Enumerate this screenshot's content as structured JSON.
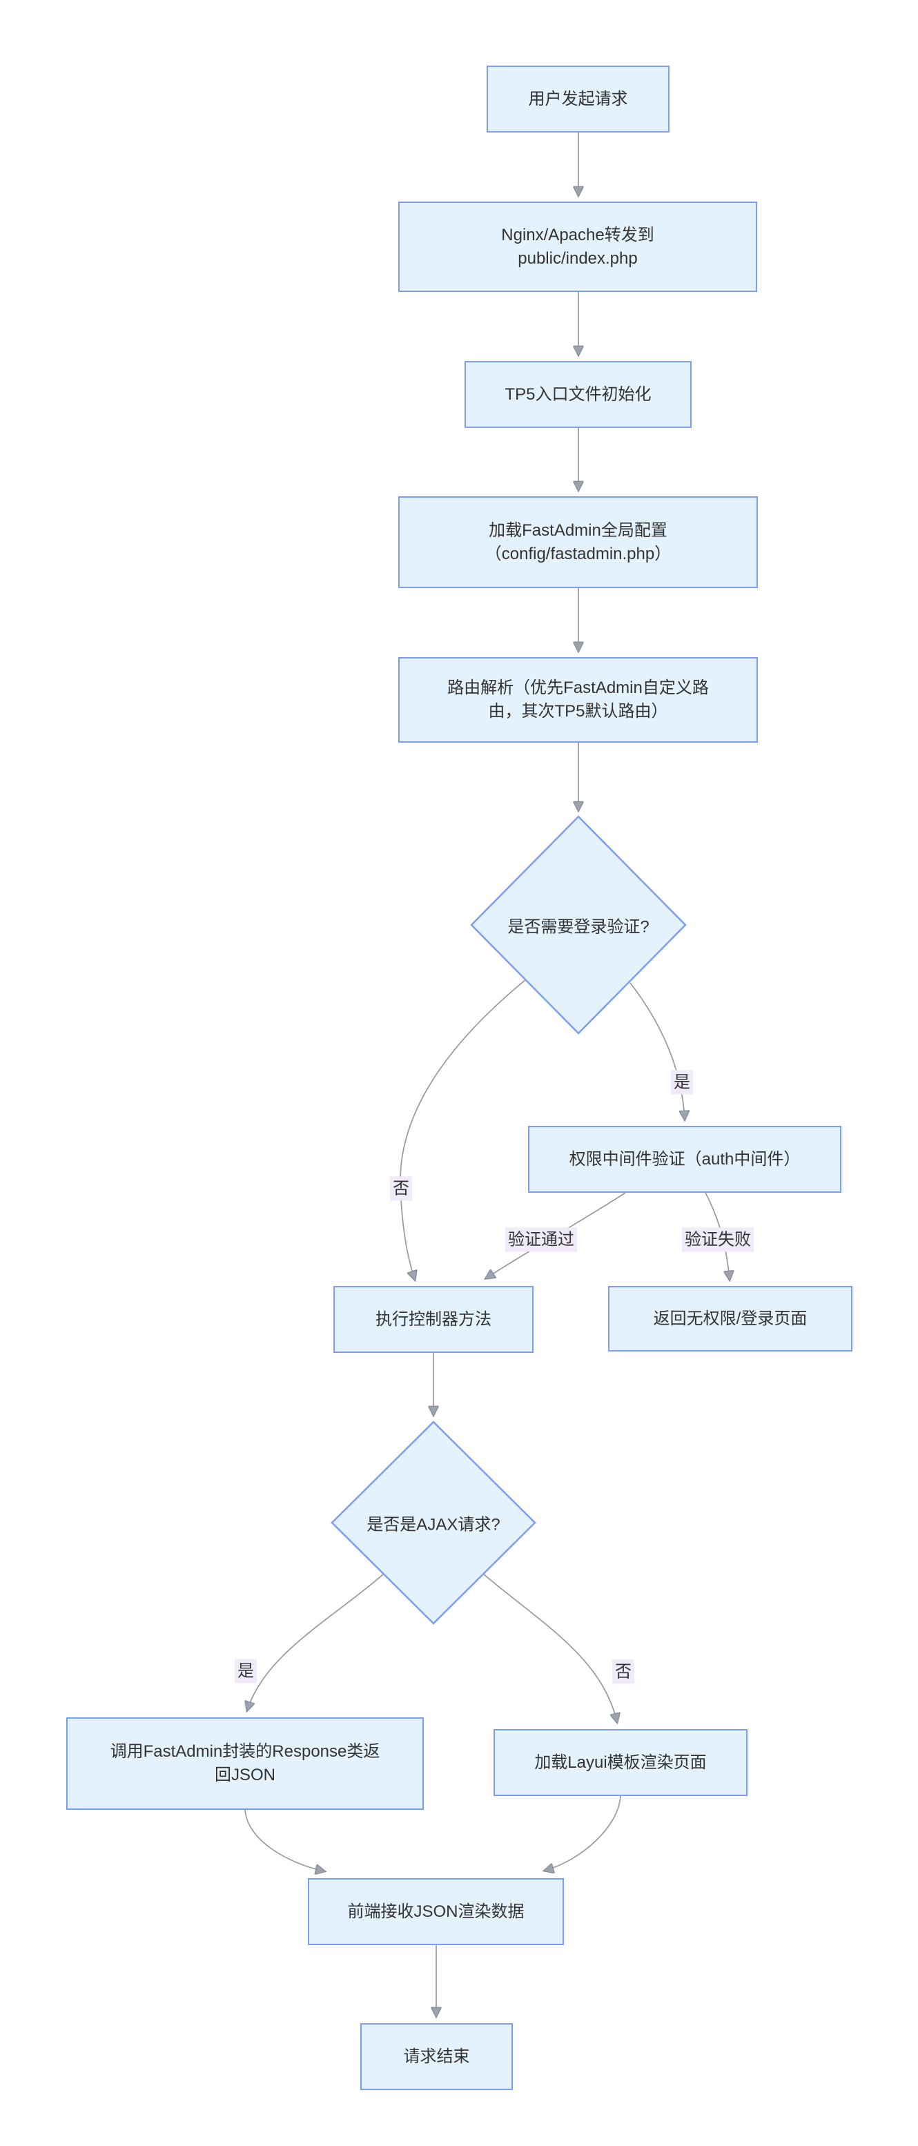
{
  "diagram": {
    "type": "flowchart",
    "direction": "top-down",
    "colors": {
      "background": "#ffffff",
      "node_fill": "#e4f2fd",
      "node_border": "#7c9df3",
      "edge_line": "#999999",
      "arrowhead": "#9ca3af",
      "edge_label_bg": "#f0eaf9",
      "text": "#333333"
    },
    "nodes": [
      {
        "id": "A",
        "shape": "rect",
        "label": "用户发起请求"
      },
      {
        "id": "B",
        "shape": "rect",
        "label": "Nginx/Apache转发到\npublic/index.php"
      },
      {
        "id": "C",
        "shape": "rect",
        "label": "TP5入口文件初始化"
      },
      {
        "id": "D",
        "shape": "rect",
        "label": "加载FastAdmin全局配置\n（config/fastadmin.php）"
      },
      {
        "id": "E",
        "shape": "rect",
        "label": "路由解析（优先FastAdmin自定义路\n由，其次TP5默认路由）"
      },
      {
        "id": "F",
        "shape": "diamond",
        "label": "是否需要登录验证?"
      },
      {
        "id": "G",
        "shape": "rect",
        "label": "权限中间件验证（auth中间件）"
      },
      {
        "id": "H",
        "shape": "rect",
        "label": "执行控制器方法"
      },
      {
        "id": "I",
        "shape": "rect",
        "label": "返回无权限/登录页面"
      },
      {
        "id": "J",
        "shape": "diamond",
        "label": "是否是AJAX请求?"
      },
      {
        "id": "K",
        "shape": "rect",
        "label": "调用FastAdmin封装的Response类返\n回JSON"
      },
      {
        "id": "L",
        "shape": "rect",
        "label": "加载Layui模板渲染页面"
      },
      {
        "id": "M",
        "shape": "rect",
        "label": "前端接收JSON渲染数据"
      },
      {
        "id": "N",
        "shape": "rect",
        "label": "请求结束"
      }
    ],
    "edges": [
      {
        "from": "A",
        "to": "B",
        "label": ""
      },
      {
        "from": "B",
        "to": "C",
        "label": ""
      },
      {
        "from": "C",
        "to": "D",
        "label": ""
      },
      {
        "from": "D",
        "to": "E",
        "label": ""
      },
      {
        "from": "E",
        "to": "F",
        "label": ""
      },
      {
        "from": "F",
        "to": "G",
        "label": "是"
      },
      {
        "from": "F",
        "to": "H",
        "label": "否"
      },
      {
        "from": "G",
        "to": "H",
        "label": "验证通过"
      },
      {
        "from": "G",
        "to": "I",
        "label": "验证失败"
      },
      {
        "from": "H",
        "to": "J",
        "label": ""
      },
      {
        "from": "J",
        "to": "K",
        "label": "是"
      },
      {
        "from": "J",
        "to": "L",
        "label": "否"
      },
      {
        "from": "K",
        "to": "M",
        "label": ""
      },
      {
        "from": "L",
        "to": "M",
        "label": ""
      },
      {
        "from": "M",
        "to": "N",
        "label": ""
      }
    ]
  }
}
